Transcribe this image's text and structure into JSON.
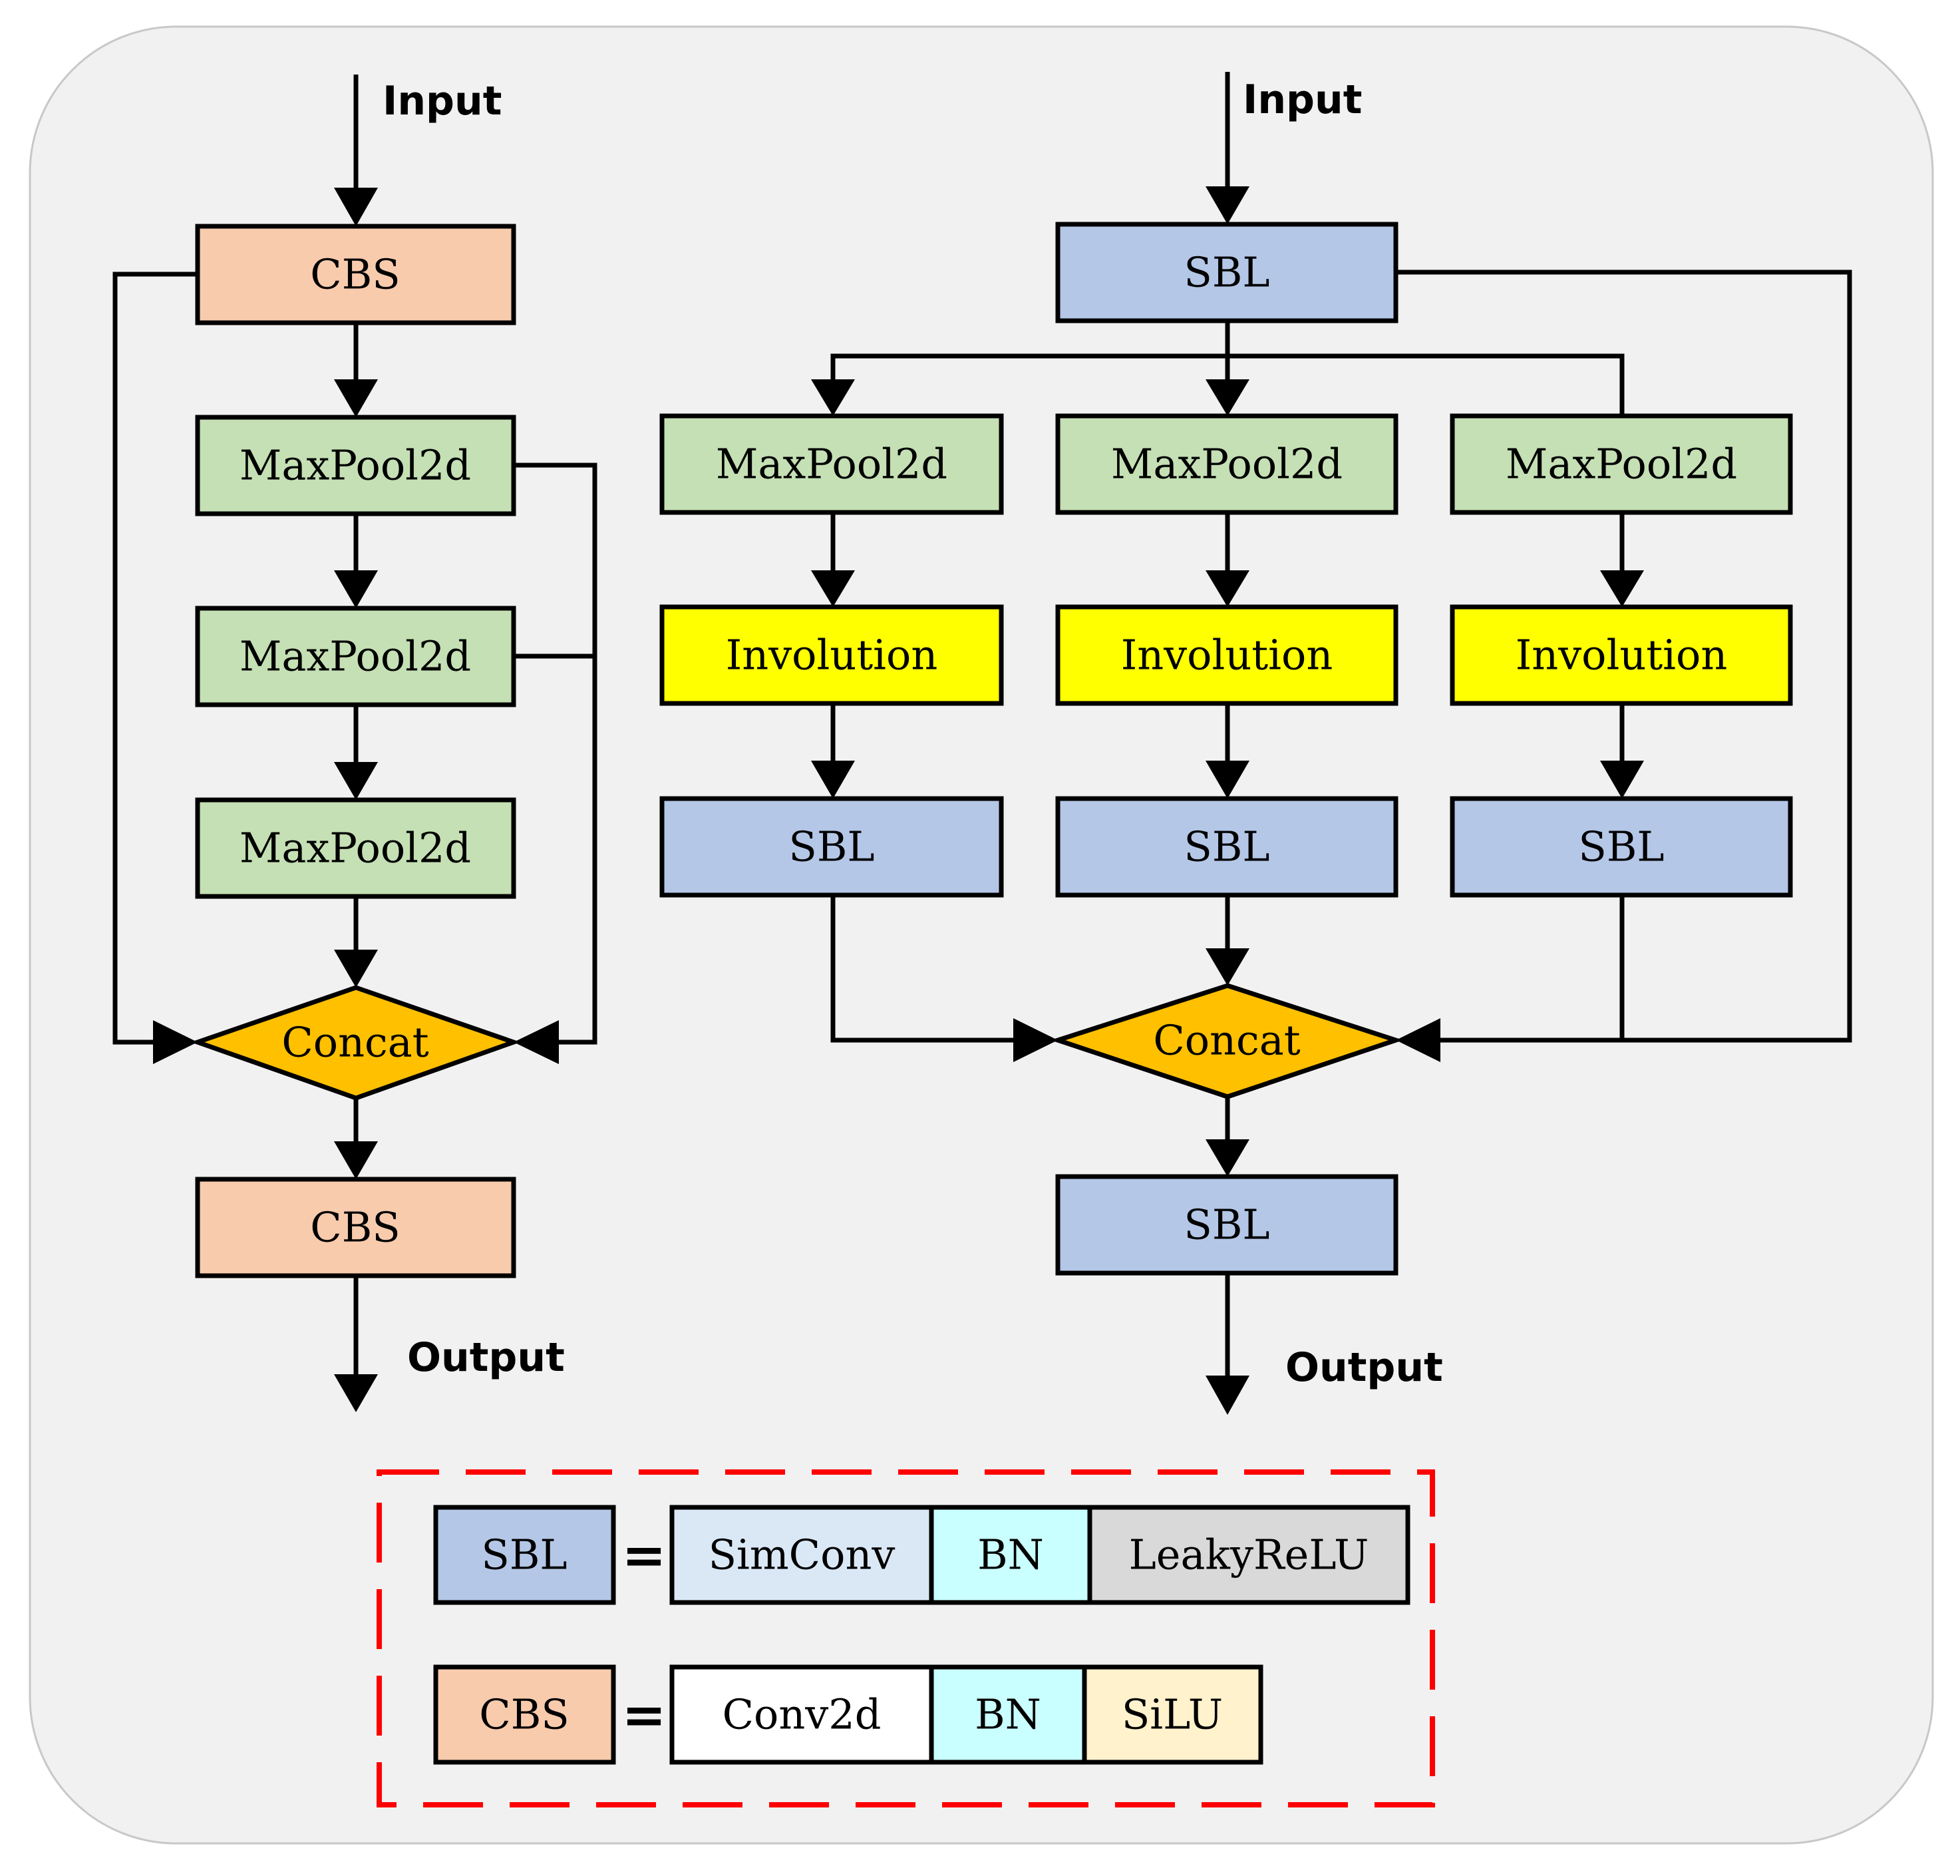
{
  "colors": {
    "background_panel": "#f1f1f1",
    "cbs": "#f8cbad",
    "maxpool": "#c5e0b4",
    "involution": "#ffff00",
    "sbl": "#b4c7e7",
    "concat": "#ffc000",
    "simconv": "#dae8f6",
    "bn": "#c9fffe",
    "leakyrelu": "#d9d9d9",
    "conv2d": "#ffffff",
    "silu": "#fff2cc",
    "legend_border": "#ff0000"
  },
  "left": {
    "input_label": "Input",
    "cbs_top": "CBS",
    "maxpool1": "MaxPool2d",
    "maxpool2": "MaxPool2d",
    "maxpool3": "MaxPool2d",
    "concat": "Concat",
    "cbs_bottom": "CBS",
    "output_label": "Output"
  },
  "right": {
    "input_label": "Input",
    "sbl_top": "SBL",
    "maxpool_a": "MaxPool2d",
    "maxpool_b": "MaxPool2d",
    "maxpool_c": "MaxPool2d",
    "involution_a": "Involution",
    "involution_b": "Involution",
    "involution_c": "Involution",
    "sbl_a": "SBL",
    "sbl_b": "SBL",
    "sbl_c": "SBL",
    "concat": "Concat",
    "sbl_bottom": "SBL",
    "output_label": "Output"
  },
  "legend": {
    "sbl": {
      "name": "SBL",
      "equals": "=",
      "parts": [
        "SimConv",
        "BN",
        "LeakyReLU"
      ]
    },
    "cbs": {
      "name": "CBS",
      "equals": "=",
      "parts": [
        "Conv2d",
        "BN",
        "SiLU"
      ]
    }
  }
}
